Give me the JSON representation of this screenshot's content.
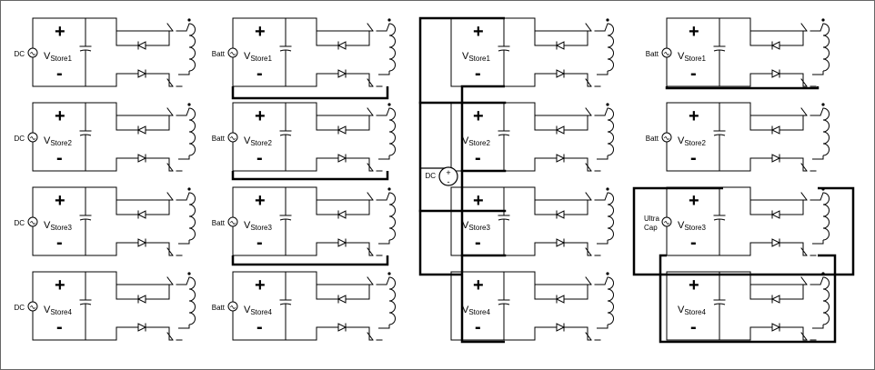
{
  "panels": [
    {
      "cells": [
        {
          "source": "DC",
          "store_prefix": "V",
          "store_sub": "Store1"
        },
        {
          "source": "DC",
          "store_prefix": "V",
          "store_sub": "Store2"
        },
        {
          "source": "DC",
          "store_prefix": "V",
          "store_sub": "Store3"
        },
        {
          "source": "DC",
          "store_prefix": "V",
          "store_sub": "Store4"
        }
      ]
    },
    {
      "cells": [
        {
          "source": "Batt",
          "store_prefix": "V",
          "store_sub": "Store1"
        },
        {
          "source": "Batt",
          "store_prefix": "V",
          "store_sub": "Store2"
        },
        {
          "source": "Batt",
          "store_prefix": "V",
          "store_sub": "Store3"
        },
        {
          "source": "Batt",
          "store_prefix": "V",
          "store_sub": "Store4"
        }
      ]
    },
    {
      "cells": [
        {
          "source": "",
          "store_prefix": "V",
          "store_sub": "Store1"
        },
        {
          "source": "",
          "store_prefix": "V",
          "store_sub": "Store2"
        },
        {
          "source": "",
          "store_prefix": "V",
          "store_sub": "Store3"
        },
        {
          "source": "",
          "store_prefix": "V",
          "store_sub": "Store4"
        }
      ],
      "shared_source": "DC"
    },
    {
      "cells": [
        {
          "source": "Batt",
          "store_prefix": "V",
          "store_sub": "Store1"
        },
        {
          "source": "Batt",
          "store_prefix": "V",
          "store_sub": "Store2"
        },
        {
          "source": "",
          "store_prefix": "V",
          "store_sub": "Store3"
        },
        {
          "source": "",
          "store_prefix": "V",
          "store_sub": "Store4"
        }
      ],
      "ultracap_line1": "Ultra",
      "ultracap_line2": "Cap"
    }
  ],
  "signs": {
    "plus": "+",
    "minus": "-",
    "src_plus": "+",
    "src_minus": "-"
  },
  "colors": {
    "line": "#000000",
    "background": "#ffffff",
    "border": "#666666"
  }
}
